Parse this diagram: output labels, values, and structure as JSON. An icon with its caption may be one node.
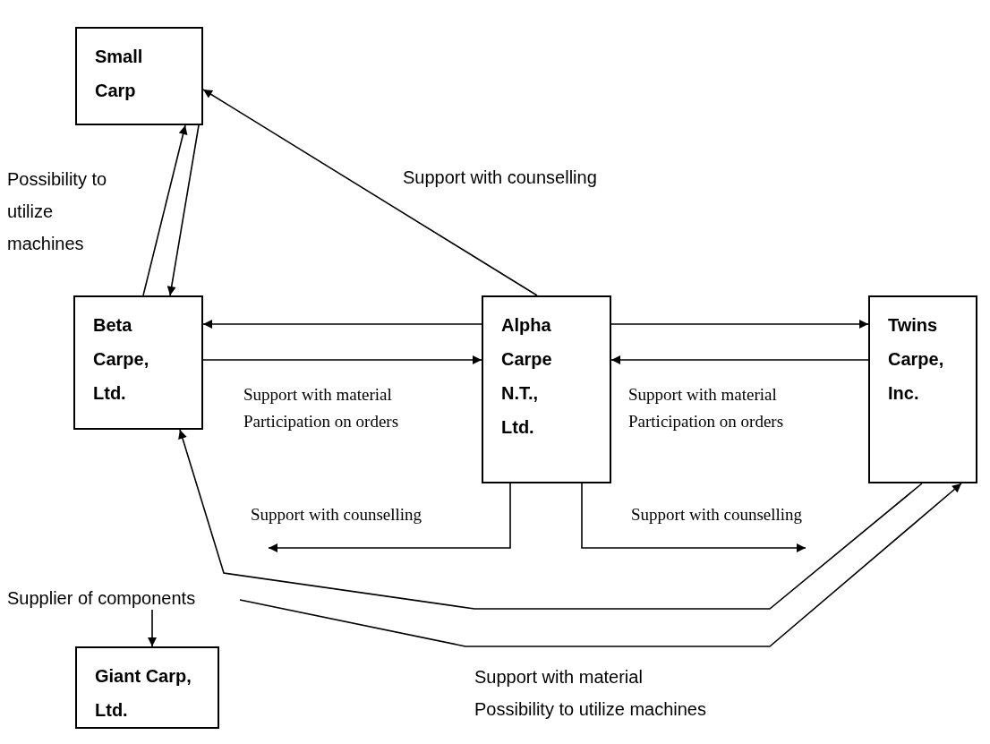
{
  "diagram": {
    "nodes": [
      {
        "text": [
          "Small Carp"
        ]
      },
      {
        "text": [
          "Beta Carpe, Ltd."
        ]
      },
      {
        "text": [
          "Alpha Carpe N.T., Ltd."
        ]
      },
      {
        "text": [
          "Twins Carpe, Inc."
        ]
      },
      {
        "text": [
          "Giant Carp, Ltd."
        ]
      },
      {
        "text": [
          "Supplier of components"
        ]
      }
    ],
    "edges": [
      {
        "from": 1,
        "to": 0,
        "arrow": "to"
      },
      {
        "from": 0,
        "to": 1,
        "arrow": "to"
      },
      {
        "from": 2,
        "to": 0,
        "arrow": "to"
      },
      {
        "from": 2,
        "to": 1,
        "arrow": "to"
      },
      {
        "from": 1,
        "to": 2,
        "arrow": "to"
      },
      {
        "from": 2,
        "to": 3,
        "arrow": "to"
      },
      {
        "from": 3,
        "to": 2,
        "arrow": "to"
      },
      {
        "from": 2,
        "to": null,
        "arrow": "to"
      },
      {
        "from": 2,
        "to": null,
        "arrow": "to"
      },
      {
        "from": 3,
        "to": 1,
        "arrow": "to"
      },
      {
        "from": 5,
        "to": 3,
        "arrow": "to"
      },
      {
        "from": 5,
        "to": 4,
        "arrow": "to"
      }
    ],
    "labels": [
      "Support with counselling",
      "Possibility to utilize machines",
      "Support with material",
      "Participation on orders",
      "Support with material",
      "Participation on orders",
      "Support with counselling",
      "Support with counselling",
      "Support with material",
      "Possibility to utilize machines"
    ]
  }
}
